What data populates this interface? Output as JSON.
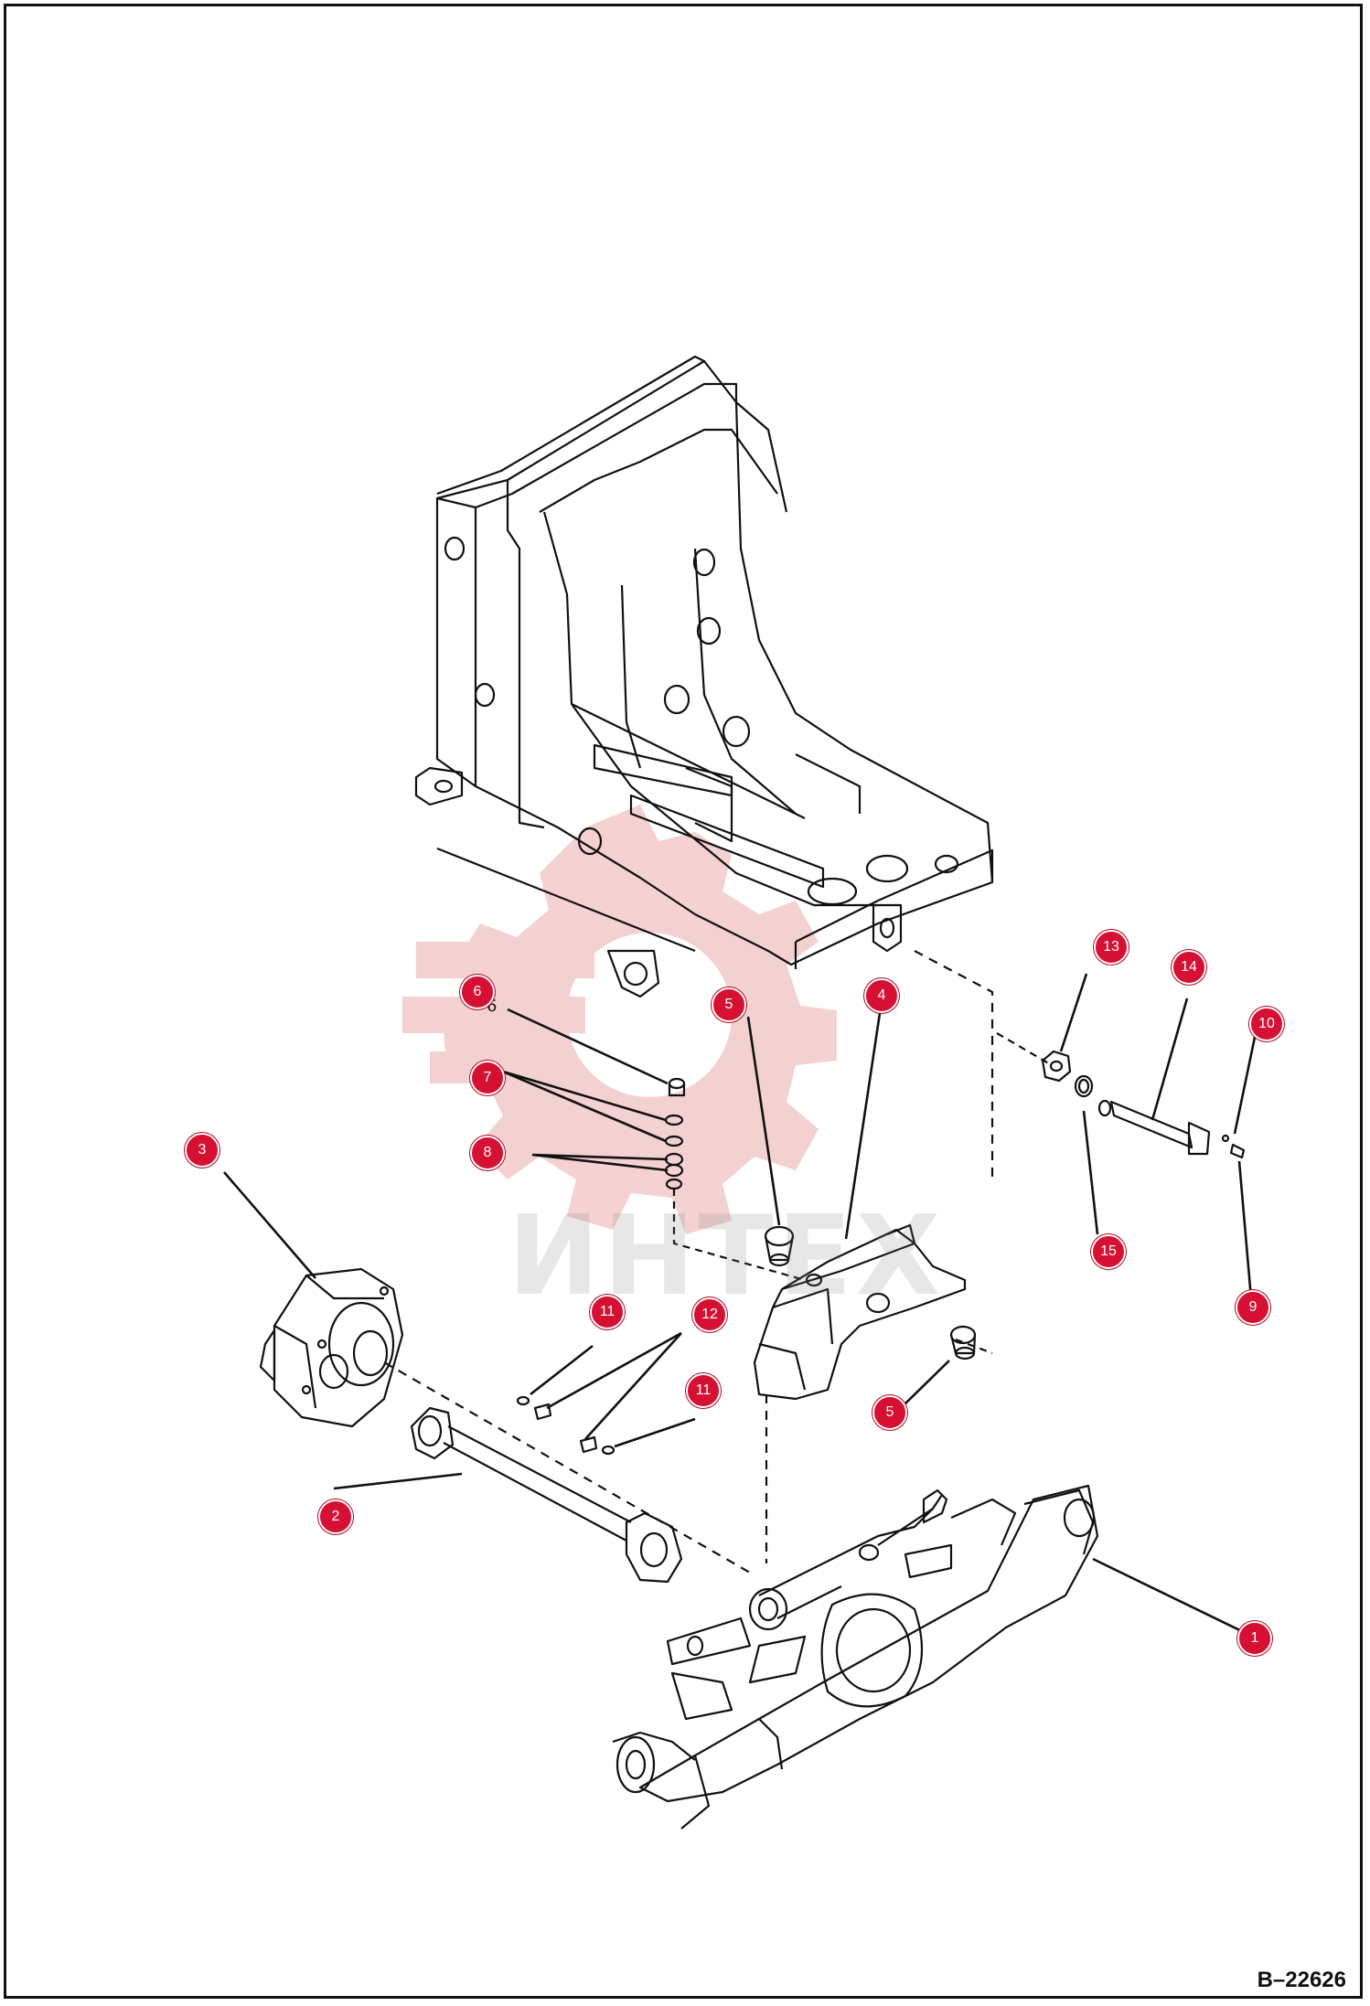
{
  "drawing_number": "B–22626",
  "watermark_text": "ИНТЕХ",
  "callouts": [
    {
      "id": "callout-1",
      "label": "1"
    },
    {
      "id": "callout-2",
      "label": "2"
    },
    {
      "id": "callout-3",
      "label": "3"
    },
    {
      "id": "callout-4",
      "label": "4"
    },
    {
      "id": "callout-5a",
      "label": "5"
    },
    {
      "id": "callout-5b",
      "label": "5"
    },
    {
      "id": "callout-6",
      "label": "6"
    },
    {
      "id": "callout-7",
      "label": "7"
    },
    {
      "id": "callout-8",
      "label": "8"
    },
    {
      "id": "callout-9",
      "label": "9"
    },
    {
      "id": "callout-10",
      "label": "10"
    },
    {
      "id": "callout-11a",
      "label": "11"
    },
    {
      "id": "callout-11b",
      "label": "11"
    },
    {
      "id": "callout-12",
      "label": "12"
    },
    {
      "id": "callout-13",
      "label": "13"
    },
    {
      "id": "callout-14",
      "label": "14"
    },
    {
      "id": "callout-15",
      "label": "15"
    }
  ],
  "colors": {
    "badge": "#d51032",
    "line": "#111111",
    "watermark": "#e8aaaa"
  }
}
